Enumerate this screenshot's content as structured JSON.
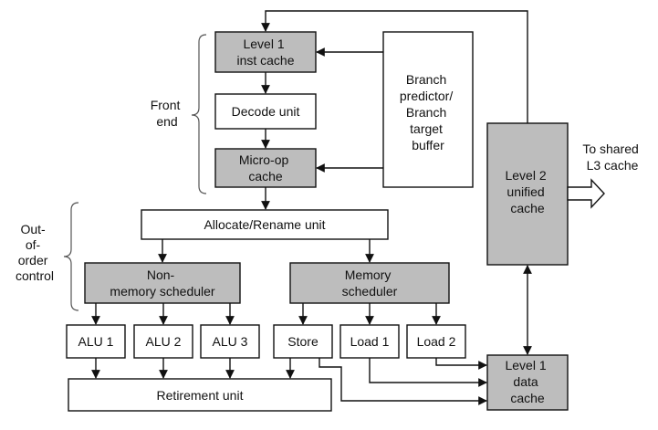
{
  "labels": {
    "front_end": [
      "Front",
      "end"
    ],
    "ooo_control": [
      "Out-",
      "of-",
      "order",
      "control"
    ],
    "l3_note": [
      "To shared",
      "L3 cache"
    ]
  },
  "boxes": {
    "l1_inst_cache": [
      "Level 1",
      "inst cache"
    ],
    "decode_unit": [
      "Decode unit"
    ],
    "micro_op_cache": [
      "Micro-op",
      "cache"
    ],
    "branch_predictor": [
      "Branch",
      "predictor/",
      "Branch",
      "target",
      "buffer"
    ],
    "level2_cache": [
      "Level 2",
      "unified",
      "cache"
    ],
    "allocate_rename": [
      "Allocate/Rename unit"
    ],
    "non_memory_scheduler": [
      "Non-",
      "memory scheduler"
    ],
    "memory_scheduler": [
      "Memory",
      "scheduler"
    ],
    "alu1": [
      "ALU 1"
    ],
    "alu2": [
      "ALU 2"
    ],
    "alu3": [
      "ALU 3"
    ],
    "store": [
      "Store"
    ],
    "load1": [
      "Load 1"
    ],
    "load2": [
      "Load 2"
    ],
    "retirement_unit": [
      "Retirement unit"
    ],
    "l1_data_cache": [
      "Level 1",
      "data",
      "cache"
    ]
  }
}
